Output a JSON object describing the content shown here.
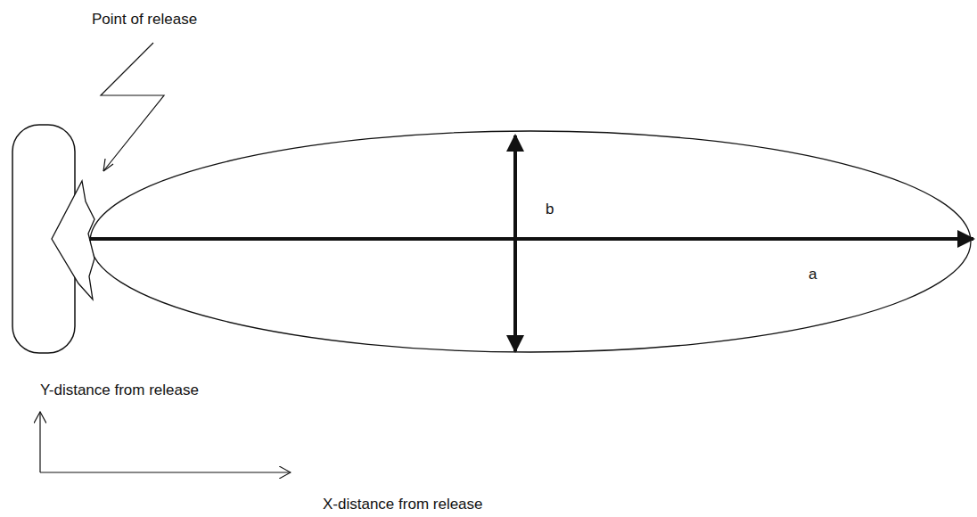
{
  "diagram": {
    "labels": [
      "Point of release",
      "b",
      "a",
      "Y-distance from release",
      "X-distance from release"
    ]
  }
}
